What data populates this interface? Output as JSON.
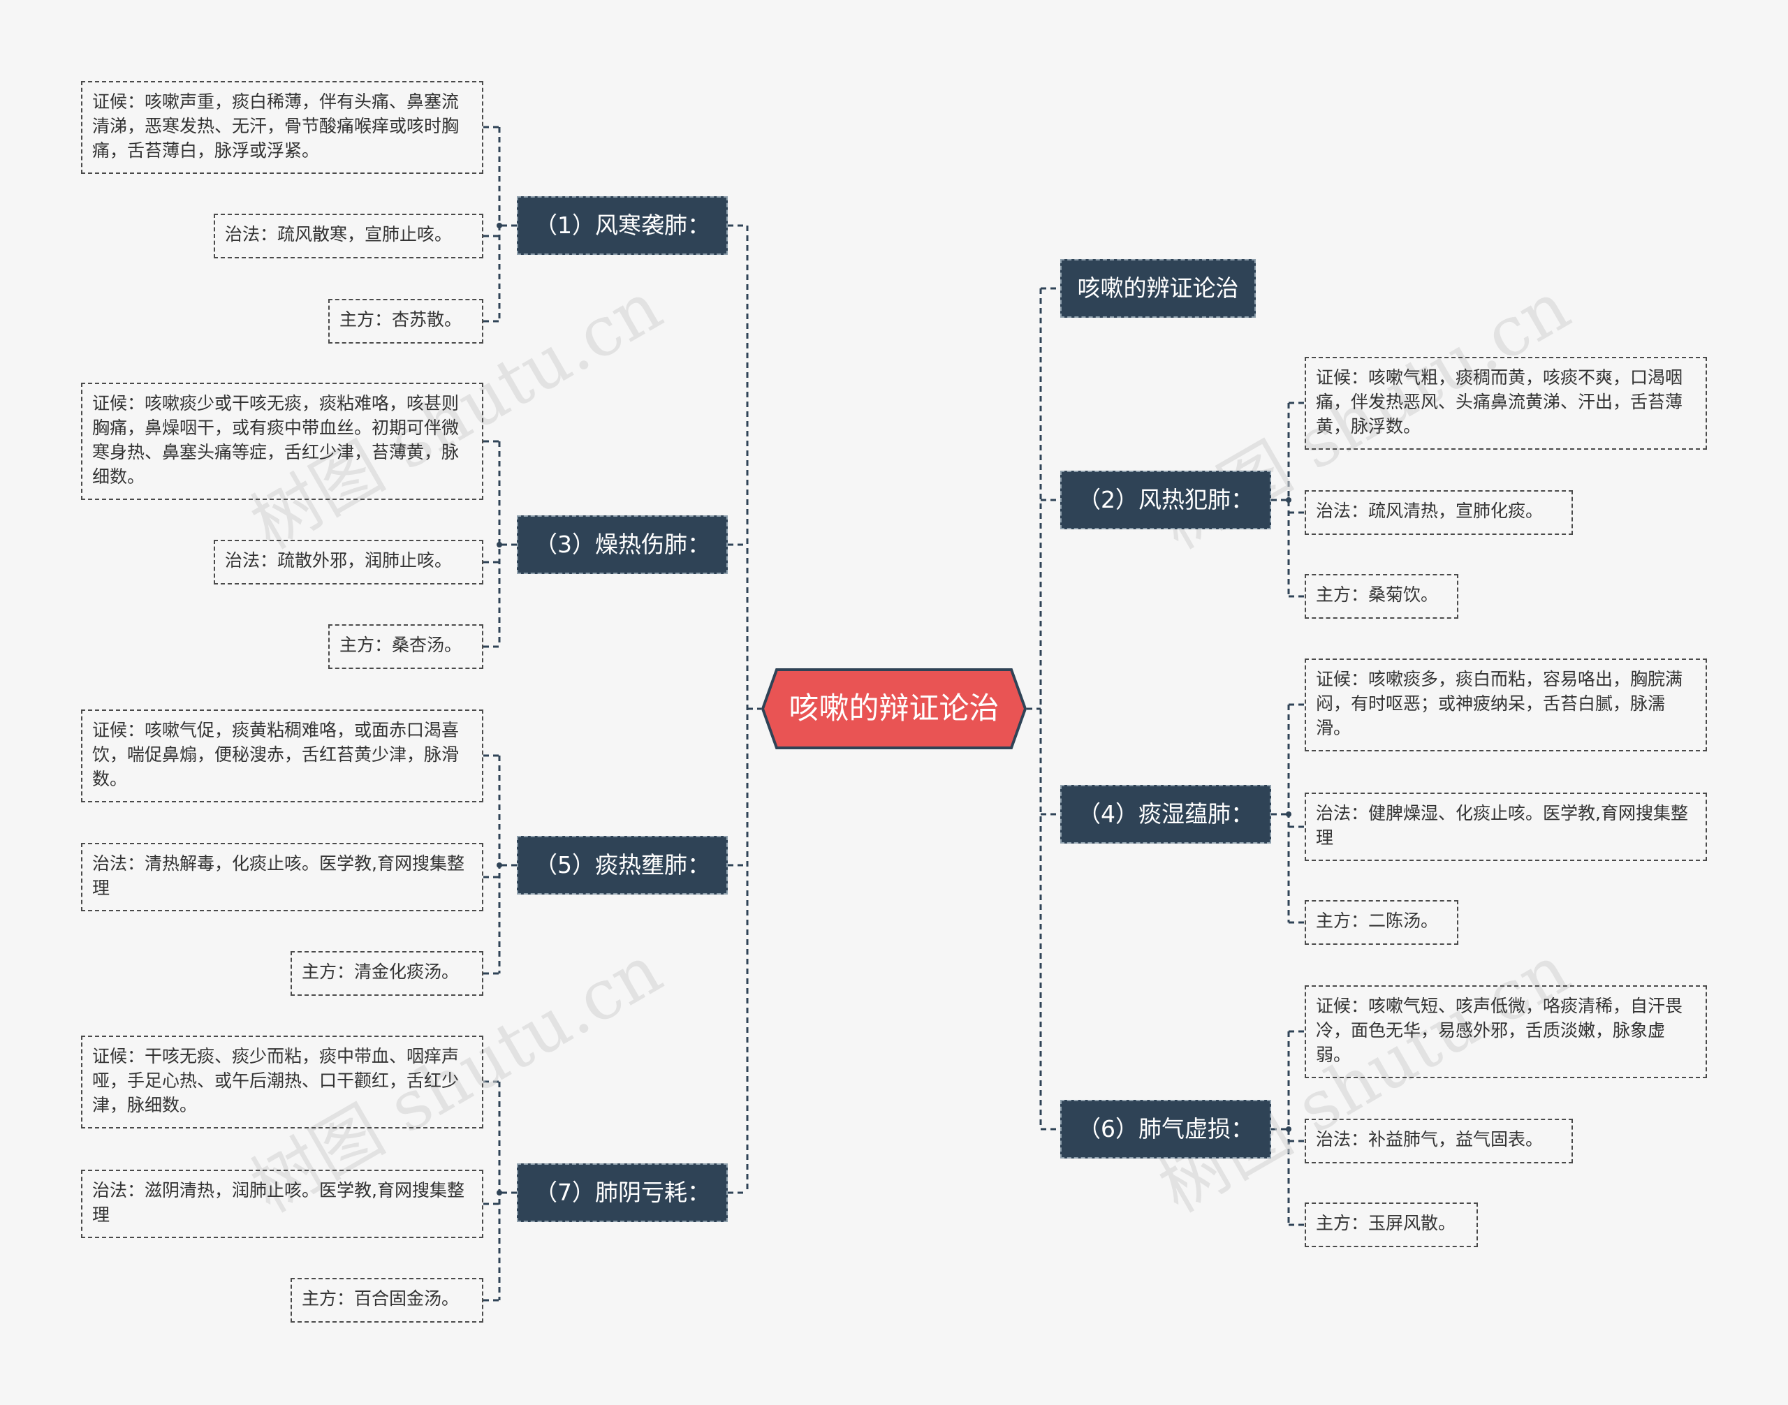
{
  "center": "咳嗽的辩证论治",
  "watermark_text": "树图 shutu.cn",
  "colors": {
    "center_fill": "#e95454",
    "center_stroke": "#2f4356",
    "branch_fill": "#2f4356",
    "line": "#2f4356",
    "leaf_border": "#4a4a4a",
    "background": "#f6f6f6"
  },
  "right": [
    {
      "title": "咳嗽的辨证论治"
    },
    {
      "title": "（2）风热犯肺：",
      "syndrome": "证候：咳嗽气粗，痰稠而黄，咳痰不爽，口渴咽痛，伴发热恶风、头痛鼻流黄涕、汗出，舌苔薄黄，脉浮数。",
      "treatment": "治法：疏风清热，宣肺化痰。",
      "formula": "主方：桑菊饮。"
    },
    {
      "title": "（4）痰湿蕴肺：",
      "syndrome": "证候：咳嗽痰多，痰白而粘，容易咯出，胸脘满闷，有时呕恶；或神疲纳呆，舌苔白腻，脉濡滑。",
      "treatment": "治法：健脾燥湿、化痰止咳。医学教,育网搜集整理",
      "formula": "主方：二陈汤。"
    },
    {
      "title": "（6）肺气虚损：",
      "syndrome": "证候：咳嗽气短、咳声低微，咯痰清稀，自汗畏冷，面色无华，易感外邪，舌质淡嫩，脉象虚弱。",
      "treatment": "治法：补益肺气，益气固表。",
      "formula": "主方：玉屏风散。"
    }
  ],
  "left": [
    {
      "title": "（1）风寒袭肺：",
      "syndrome": "证候：咳嗽声重，痰白稀薄，伴有头痛、鼻塞流清涕，恶寒发热、无汗，骨节酸痛喉痒或咳时胸痛，舌苔薄白，脉浮或浮紧。",
      "treatment": "治法：疏风散寒，宣肺止咳。",
      "formula": "主方：杏苏散。"
    },
    {
      "title": "（3）燥热伤肺：",
      "syndrome": "证候：咳嗽痰少或干咳无痰，痰粘难咯，咳甚则胸痛，鼻燥咽干，或有痰中带血丝。初期可伴微寒身热、鼻塞头痛等症，舌红少津，苔薄黄，脉细数。",
      "treatment": "治法：疏散外邪，润肺止咳。",
      "formula": "主方：桑杏汤。"
    },
    {
      "title": "（5）痰热壅肺：",
      "syndrome": "证候：咳嗽气促，痰黄粘稠难咯，或面赤口渴喜饮，喘促鼻煽，便秘溲赤，舌红苔黄少津，脉滑数。",
      "treatment": "治法：清热解毒，化痰止咳。医学教,育网搜集整理",
      "formula": "主方：清金化痰汤。"
    },
    {
      "title": "（7）肺阴亏耗：",
      "syndrome": "证候：干咳无痰、痰少而粘，痰中带血、咽痒声哑，手足心热、或午后潮热、口干颧红，舌红少津，脉细数。",
      "treatment": "治法：滋阴清热，润肺止咳。医学教,育网搜集整理",
      "formula": "主方：百合固金汤。"
    }
  ]
}
